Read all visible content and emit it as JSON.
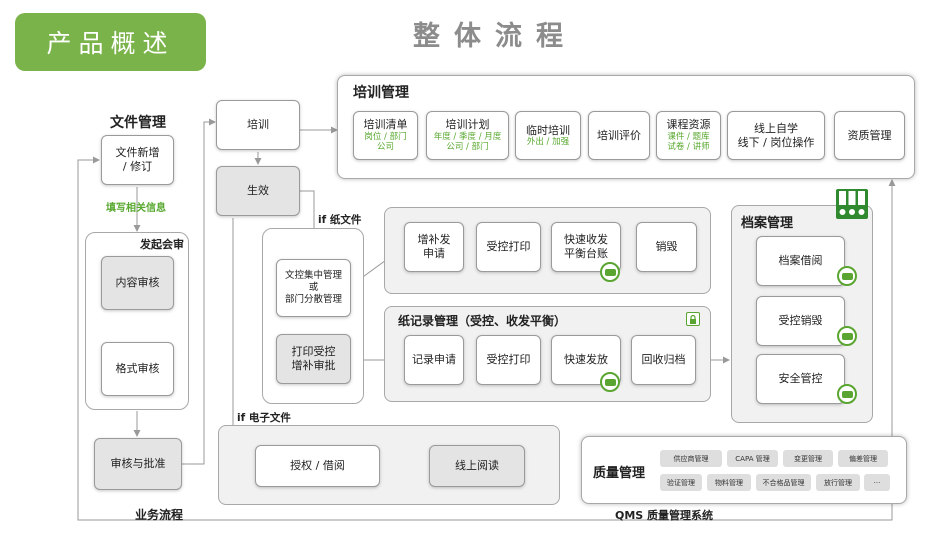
{
  "header": {
    "tag": "产品概述",
    "title": "整体流程"
  },
  "wenjian": {
    "title": "文件管理",
    "new": "文件新增\n/ 修订",
    "fill": "填写相关信息",
    "audit_start": "发起会审",
    "content_review": "内容审核",
    "format_review": "格式审核",
    "approve": "审核与批准",
    "footer": "业务流程"
  },
  "training": {
    "title": "培训管理",
    "items": [
      {
        "label": "培训清单",
        "sub": "岗位 / 部门\n公司"
      },
      {
        "label": "培训计划",
        "sub": "年度 / 季度 / 月度\n公司 / 部门"
      },
      {
        "label": "临时培训",
        "sub": "外出 / 加强"
      },
      {
        "label": "培训评价",
        "sub": ""
      },
      {
        "label": "课程资源",
        "sub": "课件 / 题库\n试卷 / 讲师"
      },
      {
        "label": "线上自学\n线下 / 岗位操作",
        "sub": ""
      },
      {
        "label": "资质管理",
        "sub": ""
      }
    ]
  },
  "flow": {
    "train": "培训",
    "effective": "生效",
    "if_paper": "if 纸文件",
    "centralized": "文控集中管理\n或\n部门分散管理",
    "print_approve": "打印受控\n增补审批",
    "if_electronic": "if 电子文件"
  },
  "paper_file": {
    "items": [
      "增补发\n申请",
      "受控打印",
      "快速收发\n平衡台账",
      "销毁"
    ]
  },
  "paper_record": {
    "title": "纸记录管理（受控、收发平衡）",
    "items": [
      "记录申请",
      "受控打印",
      "快速发放",
      "回收归档"
    ]
  },
  "electronic": {
    "authorize": "授权 / 借阅",
    "read": "线上阅读"
  },
  "archive": {
    "title": "档案管理",
    "items": [
      "档案借阅",
      "受控销毁",
      "安全管控"
    ]
  },
  "quality": {
    "title": "质量管理",
    "footer": "QMS 质量管理系统",
    "row1": [
      "供应商管理",
      "CAPA 管理",
      "变更管理",
      "偏差管理"
    ],
    "row2": [
      "验证管理",
      "物料管理",
      "不合格品管理",
      "放行管理",
      "···"
    ]
  },
  "colors": {
    "brand_green": "#7ab34a",
    "accent_green": "#58a82f",
    "title_gray": "#8c8c8c"
  }
}
